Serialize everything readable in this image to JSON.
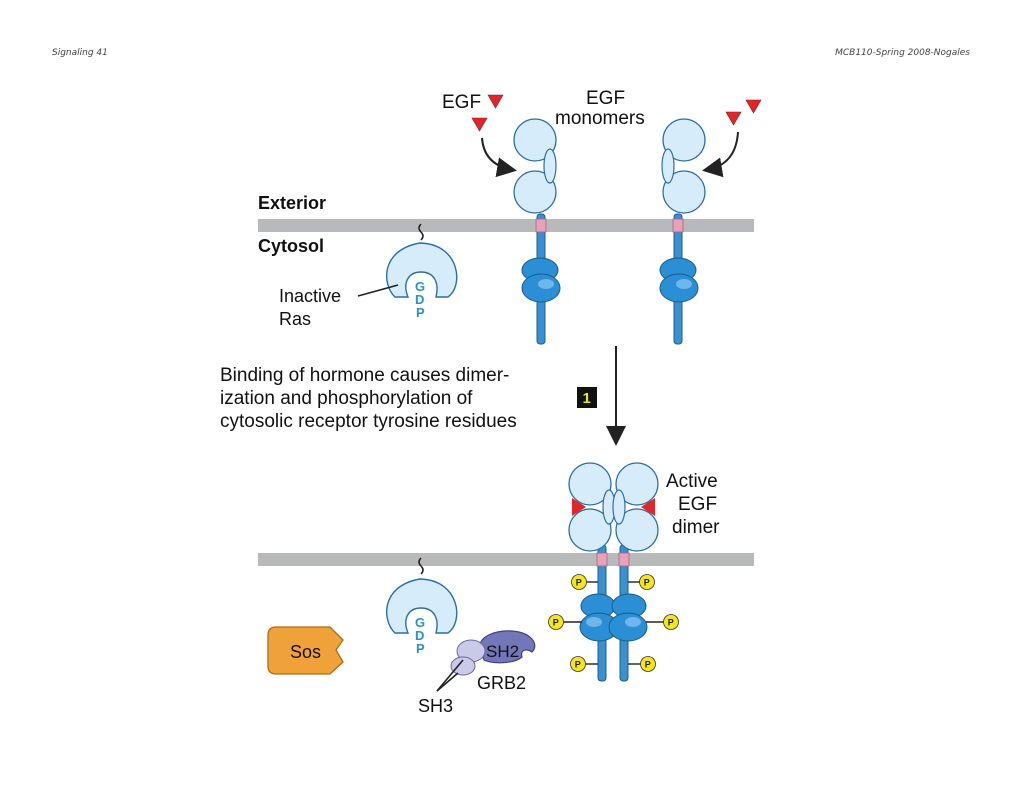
{
  "header": {
    "left": "Signaling 41",
    "right": "MCB110-Spring 2008-Nogales"
  },
  "labels": {
    "egf": "EGF",
    "egf_monomers_line1": "EGF",
    "egf_monomers_line2": "monomers",
    "exterior": "Exterior",
    "cytosol": "Cytosol",
    "inactive_ras_line1": "Inactive",
    "inactive_ras_line2": "Ras",
    "gdp": [
      "G",
      "D",
      "P"
    ],
    "step_text": [
      "Binding of hormone causes dimer-",
      "ization and phosphorylation of",
      "cytosolic receptor tyrosine residues"
    ],
    "step_number": "1",
    "active_dimer": [
      "Active",
      "EGF",
      "dimer"
    ],
    "sos": "Sos",
    "sh2": "SH2",
    "grb2": "GRB2",
    "sh3": "SH3",
    "phosphate": "P"
  },
  "colors": {
    "membrane": "#b7b9bb",
    "receptor_light": "#d6ecfb",
    "receptor_outline": "#2a6fa8",
    "kinase_blue": "#2b8fd6",
    "stem_blue": "#3a8fcf",
    "egf_red": "#e0262b",
    "transmembrane_pink": "#e7a2b8",
    "phosphate_yellow": "#f5e51c",
    "sos_orange": "#f0a23a",
    "grb2_purple": "#7377b8",
    "sh3_lavender": "#c9c9e8",
    "gdp_blue": "#2f8fc9",
    "step_box": "#111111"
  }
}
